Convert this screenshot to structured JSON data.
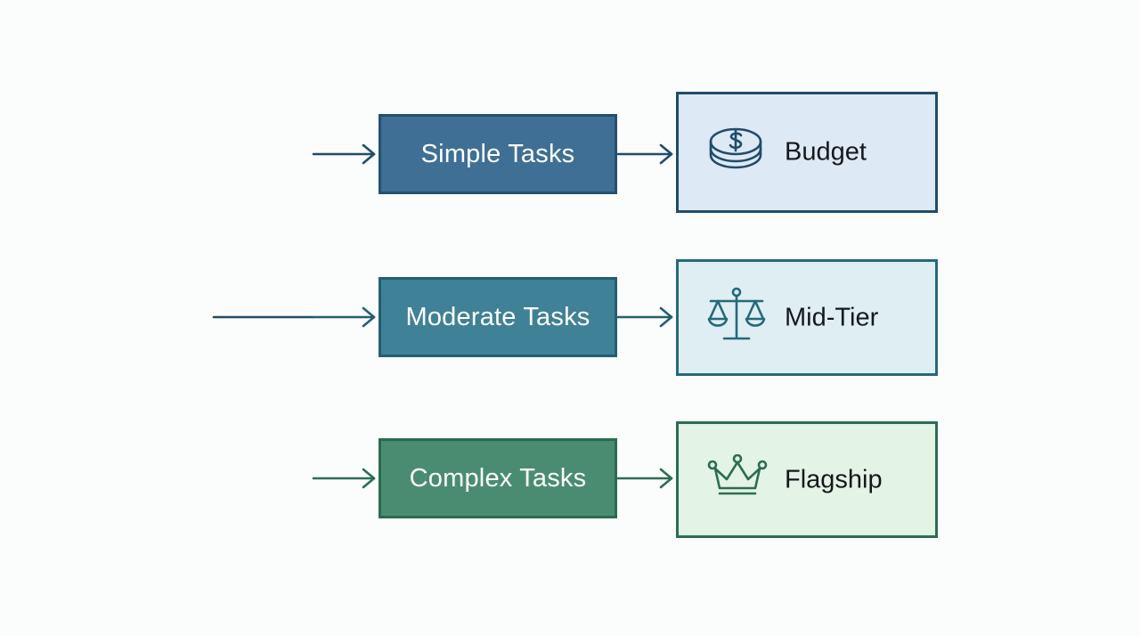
{
  "tasks": {
    "simple": "Simple Tasks",
    "moderate": "Moderate Tasks",
    "complex": "Complex Tasks"
  },
  "tiers": {
    "budget": {
      "label": "Budget",
      "icon": "coin-stack-icon"
    },
    "midtier": {
      "label": "Mid-Tier",
      "icon": "balance-scale-icon"
    },
    "flagship": {
      "label": "Flagship",
      "icon": "crown-icon"
    }
  },
  "colors": {
    "blue": "#1f4c6b",
    "teal": "#25697a",
    "green": "#2c6d52"
  }
}
